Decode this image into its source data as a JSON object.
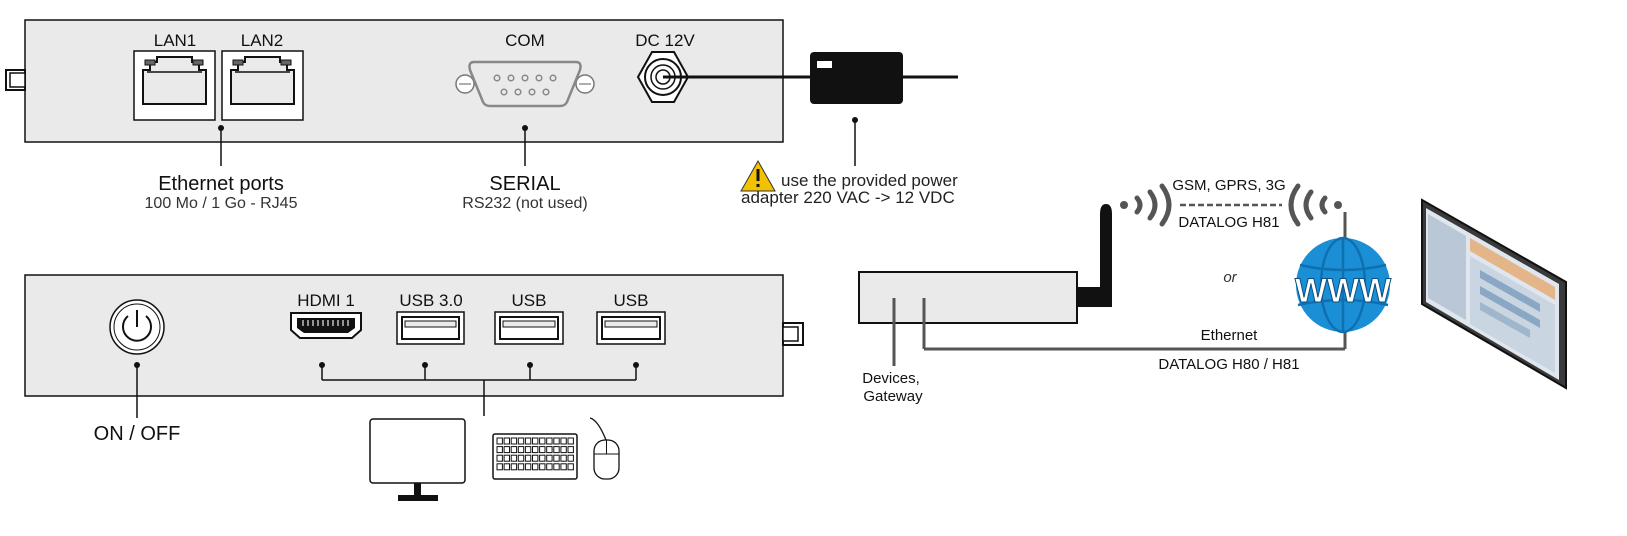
{
  "top_panel": {
    "ports": {
      "lan1": "LAN1",
      "lan2": "LAN2",
      "com": "COM",
      "dc": "DC 12V"
    },
    "ethernet": {
      "title": "Ethernet ports",
      "subtitle": "100 Mo / 1 Go - RJ45"
    },
    "serial": {
      "title": "SERIAL",
      "subtitle": "RS232 (not used)"
    },
    "power_note": {
      "line1": "use the provided power",
      "line2": "adapter 220 VAC -> 12 VDC"
    }
  },
  "bottom_panel": {
    "ports": {
      "hdmi": "HDMI 1",
      "usb30": "USB 3.0",
      "usb_a": "USB",
      "usb_b": "USB"
    },
    "power_button_label": "ON / OFF"
  },
  "network": {
    "wireless_top": "GSM, GPRS, 3G",
    "wireless_bottom": "DATALOG H81",
    "or": "or",
    "ethernet_top": "Ethernet",
    "ethernet_bottom": "DATALOG H80 / H81",
    "devices_line1": "Devices,",
    "devices_line2": "Gateway",
    "www": "WWW"
  },
  "colors": {
    "panel_fill": "#eaeaea",
    "stroke": "#111111",
    "warning_fill": "#f2c200"
  }
}
